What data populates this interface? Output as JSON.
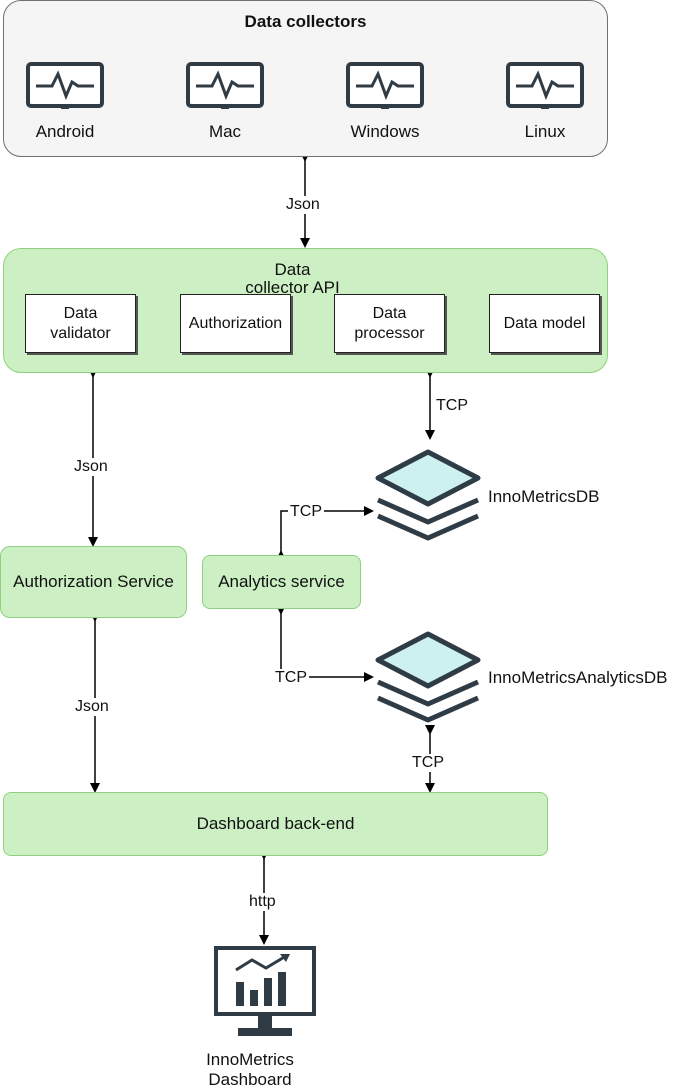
{
  "collectors": {
    "title": "Data collectors",
    "devices": [
      {
        "label": "Android",
        "icon": "monitor-activity-icon"
      },
      {
        "label": "Mac",
        "icon": "monitor-activity-icon"
      },
      {
        "label": "Windows",
        "icon": "monitor-activity-icon"
      },
      {
        "label": "Linux",
        "icon": "monitor-activity-icon"
      }
    ]
  },
  "api": {
    "title": "Data collector API",
    "components": [
      "Data validator",
      "Authorization",
      "Data processor",
      "Data model"
    ]
  },
  "services": {
    "authorization": "Authorization Service",
    "analytics": "Analytics service",
    "dashboard_backend": "Dashboard back-end"
  },
  "databases": {
    "metrics": "InnoMetricsDB",
    "analytics": "InnoMetricsAnalyticsDB"
  },
  "dashboard": {
    "label": "InnoMetrics Dashboard",
    "icon": "dashboard-monitor-icon"
  },
  "connections": {
    "collectors_api": "Json",
    "api_db": "TCP",
    "api_auth": "Json",
    "db_analytics": "TCP",
    "analytics_analyticsdb": "TCP",
    "auth_backend": "Json",
    "analyticsdb_backend": "TCP",
    "backend_dashboard": "http"
  },
  "colors": {
    "group_fill": "#f4f5f4",
    "component_fill": "#ccf0c4",
    "component_border": "#8fd080",
    "db_fill": "#cdf0f0",
    "icon_stroke": "#2f3b45"
  }
}
